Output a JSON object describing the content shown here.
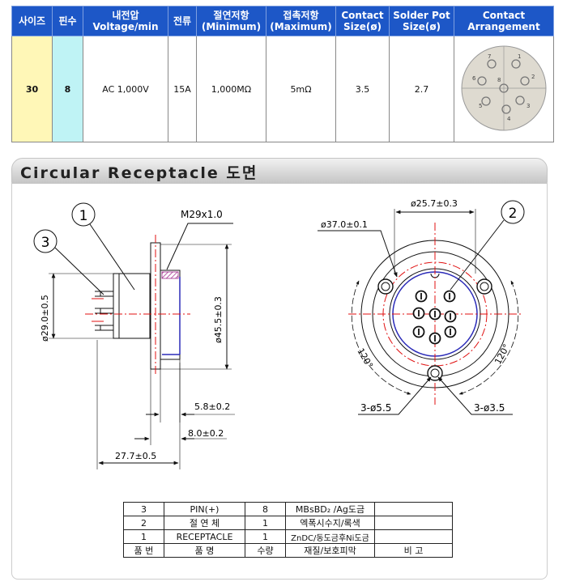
{
  "spec_table": {
    "headers": {
      "size": "사이즈",
      "pins": "핀수",
      "voltage": [
        "내전압",
        "Voltage/min"
      ],
      "current": "전류",
      "insulation": [
        "절연저항",
        "(Minimum)"
      ],
      "contact_res": [
        "접촉저항",
        "(Maximum)"
      ],
      "contact_size": [
        "Contact",
        "Size(ø)"
      ],
      "solder_pot": [
        "Solder Pot",
        "Size(ø)"
      ],
      "arrangement": [
        "Contact",
        "Arrangement"
      ]
    },
    "row": {
      "size": "30",
      "pins": "8",
      "voltage": "AC 1,000V",
      "current": "15A",
      "insulation": "1,000MΩ",
      "contact_res": "5mΩ",
      "contact_size": "3.5",
      "solder_pot": "2.7"
    },
    "arrangement_pin_labels": [
      "1",
      "2",
      "3",
      "4",
      "5",
      "6",
      "7",
      "8"
    ]
  },
  "section_title": "Circular Receptacle 도면",
  "drawing": {
    "side_view": {
      "callouts": [
        "1",
        "3"
      ],
      "thread_label": "M29x1.0",
      "dim_body_dia": "ø29.0±0.5",
      "dim_flange_dia": "ø45.5±0.3",
      "dim_5_8": "5.8±0.2",
      "dim_8_0": "8.0±0.2",
      "dim_27_7": "27.7±0.5"
    },
    "front_view": {
      "callout": "2",
      "dim_outer": "ø37.0±0.1",
      "dim_pcd": "ø25.7±0.3",
      "angle_left": "120°",
      "angle_right": "120°",
      "holes_large": "3-ø5.5",
      "holes_small": "3-ø3.5"
    }
  },
  "parts_table": {
    "rows": [
      {
        "no": "3",
        "name": "PIN(+)",
        "qty": "8",
        "material": "MBsBD₂ /Ag도금",
        "remark": ""
      },
      {
        "no": "2",
        "name": "절 연 체",
        "qty": "1",
        "material": "엑폭시수지/록색",
        "remark": ""
      },
      {
        "no": "1",
        "name": "RECEPTACLE",
        "qty": "1",
        "material": "ZnDC/동도금후Ni도금",
        "remark": ""
      }
    ],
    "header": {
      "no": "품 번",
      "name": "품  명",
      "qty": "수량",
      "material": "재질/보호피막",
      "remark": "비  고"
    }
  },
  "colors": {
    "header_blue": "#1d57c7",
    "size_cell": "#fff7b7",
    "pins_cell": "#bff3f5",
    "center_line": "#e01010",
    "insulator_edge": "#2b2bb8"
  }
}
